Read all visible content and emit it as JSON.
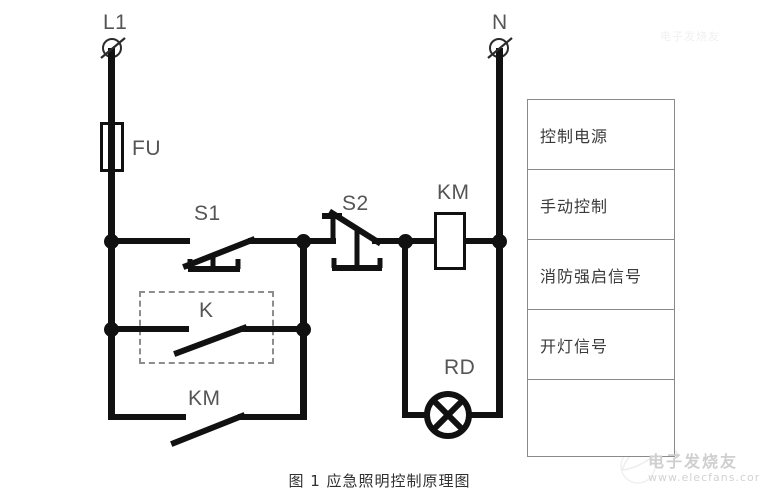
{
  "figure": {
    "caption": "图 1    应急照明控制原理图",
    "type": "electrical schematic"
  },
  "terminals": {
    "live": "L1",
    "neutral": "N"
  },
  "components": {
    "fuse": "FU",
    "start_button": "S1",
    "stop_button": "S2",
    "relay_contact": "K",
    "contactor_coil": "KM",
    "contactor_holding_contact": "KM",
    "lamp": "RD"
  },
  "legend": {
    "rows": [
      {
        "label": "控制电源"
      },
      {
        "label": "手动控制"
      },
      {
        "label": "消防强启信号"
      },
      {
        "label": "开灯信号"
      },
      {
        "label": ""
      }
    ]
  },
  "watermark": {
    "brand": "电子发烧友",
    "url": "www.elecfans.com",
    "top_right": "电子发烧友"
  },
  "colors": {
    "wire": "#111111",
    "label": "#555555",
    "legend_border": "#8a8a8a",
    "dashed": "#8d8d8d",
    "background": "#ffffff"
  }
}
